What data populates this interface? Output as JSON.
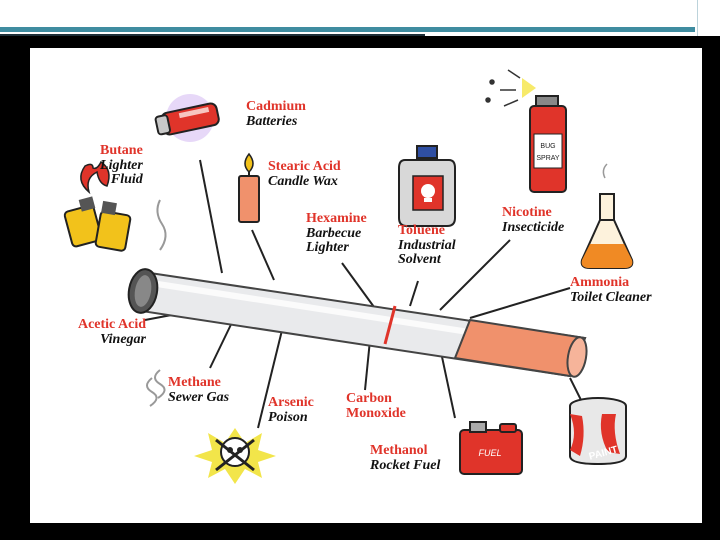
{
  "colors": {
    "label_name": "#e0342a",
    "label_desc": "#111111",
    "frame": "#000000",
    "accent_teal": "#3f8ca0",
    "filter": "#f0916c"
  },
  "labels": {
    "cadmium": {
      "name": "Cadmium",
      "desc": "Batteries"
    },
    "butane": {
      "name": "Butane",
      "desc1": "Lighter",
      "desc2": "Fluid"
    },
    "stearic": {
      "name": "Stearic Acid",
      "desc": "Candle Wax"
    },
    "hexamine": {
      "name": "Hexamine",
      "desc1": "Barbecue",
      "desc2": "Lighter"
    },
    "toluene": {
      "name": "Toluene",
      "desc1": "Industrial",
      "desc2": "Solvent"
    },
    "nicotine": {
      "name": "Nicotine",
      "desc": "Insecticide"
    },
    "ammonia": {
      "name": "Ammonia",
      "desc": "Toilet Cleaner"
    },
    "acetic": {
      "name": "Acetic Acid",
      "desc": "Vinegar"
    },
    "methane": {
      "name": "Methane",
      "desc": "Sewer Gas"
    },
    "arsenic": {
      "name": "Arsenic",
      "desc": "Poison"
    },
    "carbon": {
      "name1": "Carbon",
      "name2": "Monoxide"
    },
    "methanol": {
      "name": "Methanol",
      "desc": "Rocket Fuel"
    }
  },
  "icon_text": {
    "bug_spray": "BUG SPRAY",
    "fuel": "FUEL",
    "paint": "PAINT"
  }
}
